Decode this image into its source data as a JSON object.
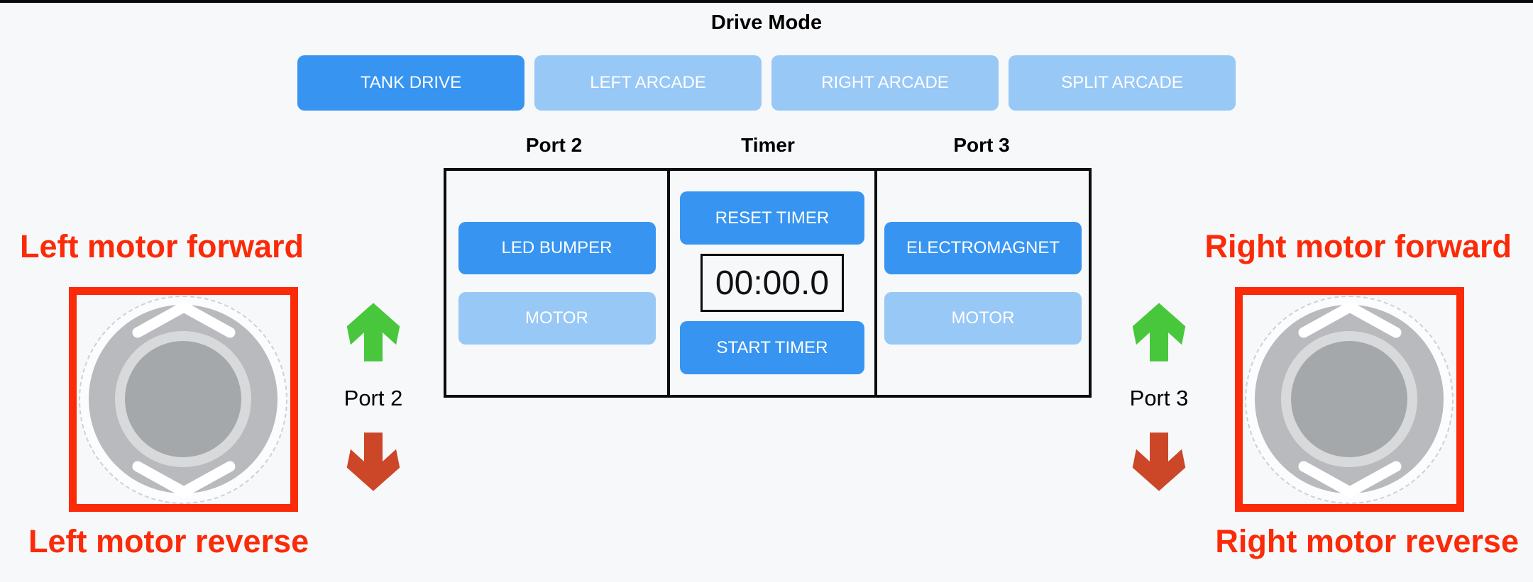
{
  "drive_mode": {
    "title": "Drive Mode",
    "buttons": [
      {
        "label": "TANK DRIVE",
        "active": true
      },
      {
        "label": "LEFT ARCADE",
        "active": false
      },
      {
        "label": "RIGHT ARCADE",
        "active": false
      },
      {
        "label": "SPLIT ARCADE",
        "active": false
      }
    ]
  },
  "panel": {
    "columns": [
      {
        "header": "Port 2",
        "buttons": [
          {
            "label": "LED BUMPER",
            "active": true
          },
          {
            "label": "MOTOR",
            "active": false
          }
        ]
      },
      {
        "header": "Timer",
        "buttons": [
          {
            "label": "RESET TIMER",
            "active": true
          },
          {
            "label": "START TIMER",
            "active": true
          }
        ],
        "display": "00:00.0"
      },
      {
        "header": "Port 3",
        "buttons": [
          {
            "label": "ELECTROMAGNET",
            "active": true
          },
          {
            "label": "MOTOR",
            "active": false
          }
        ]
      }
    ]
  },
  "left_stick": {
    "forward_label": "Left motor forward",
    "reverse_label": "Left motor reverse",
    "port_label": "Port 2"
  },
  "right_stick": {
    "forward_label": "Right motor forward",
    "reverse_label": "Right motor reverse",
    "port_label": "Port 3"
  },
  "colors": {
    "blue_active": "#3795f1",
    "blue_inactive": "#98c8f6",
    "annotation_red": "#fb2a08",
    "arrow_green": "#48c73c",
    "arrow_brick": "#cc4628",
    "page_background": "#f7f8fa"
  }
}
